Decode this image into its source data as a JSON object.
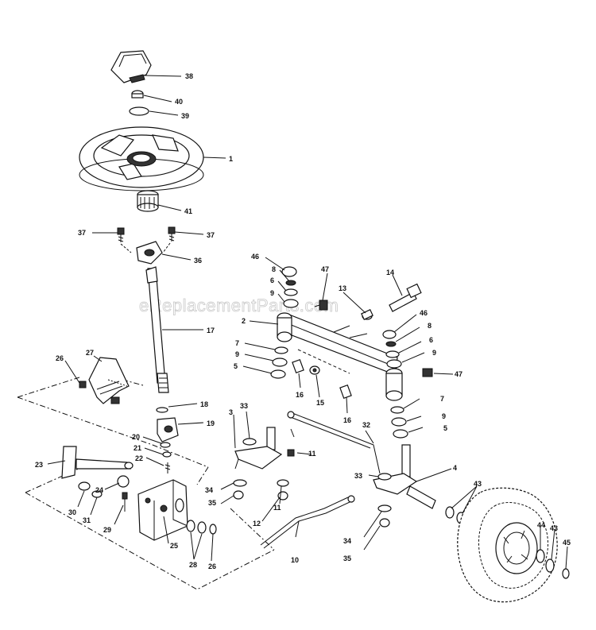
{
  "watermark": "eReplacementParts.com",
  "callouts": [
    {
      "id": "38"
    },
    {
      "id": "40"
    },
    {
      "id": "39"
    },
    {
      "id": "1"
    },
    {
      "id": "41"
    },
    {
      "id": "37a",
      "text": "37"
    },
    {
      "id": "37b",
      "text": "37"
    },
    {
      "id": "36"
    },
    {
      "id": "17"
    },
    {
      "id": "27"
    },
    {
      "id": "26a",
      "text": "26"
    },
    {
      "id": "18"
    },
    {
      "id": "19"
    },
    {
      "id": "20"
    },
    {
      "id": "21"
    },
    {
      "id": "22"
    },
    {
      "id": "23"
    },
    {
      "id": "24"
    },
    {
      "id": "30"
    },
    {
      "id": "31"
    },
    {
      "id": "29"
    },
    {
      "id": "25"
    },
    {
      "id": "28"
    },
    {
      "id": "26b",
      "text": "26"
    },
    {
      "id": "46a",
      "text": "46"
    },
    {
      "id": "8a",
      "text": "8"
    },
    {
      "id": "6a",
      "text": "6"
    },
    {
      "id": "9a",
      "text": "9"
    },
    {
      "id": "47a",
      "text": "47"
    },
    {
      "id": "13"
    },
    {
      "id": "14"
    },
    {
      "id": "2"
    },
    {
      "id": "7a",
      "text": "7"
    },
    {
      "id": "9b",
      "text": "9"
    },
    {
      "id": "5a",
      "text": "5"
    },
    {
      "id": "16a",
      "text": "16"
    },
    {
      "id": "15"
    },
    {
      "id": "16b",
      "text": "16"
    },
    {
      "id": "46b",
      "text": "46"
    },
    {
      "id": "8b",
      "text": "8"
    },
    {
      "id": "6b",
      "text": "6"
    },
    {
      "id": "9c",
      "text": "9"
    },
    {
      "id": "47b",
      "text": "47"
    },
    {
      "id": "7b",
      "text": "7"
    },
    {
      "id": "9d",
      "text": "9"
    },
    {
      "id": "5b",
      "text": "5"
    },
    {
      "id": "3"
    },
    {
      "id": "33a",
      "text": "33"
    },
    {
      "id": "11a",
      "text": "11"
    },
    {
      "id": "32"
    },
    {
      "id": "34a",
      "text": "34"
    },
    {
      "id": "35a",
      "text": "35"
    },
    {
      "id": "11b",
      "text": "11"
    },
    {
      "id": "12"
    },
    {
      "id": "10"
    },
    {
      "id": "33b",
      "text": "33"
    },
    {
      "id": "4"
    },
    {
      "id": "34b",
      "text": "34"
    },
    {
      "id": "35b",
      "text": "35"
    },
    {
      "id": "43a",
      "text": "43"
    },
    {
      "id": "44"
    },
    {
      "id": "43b",
      "text": "43"
    },
    {
      "id": "45"
    }
  ]
}
